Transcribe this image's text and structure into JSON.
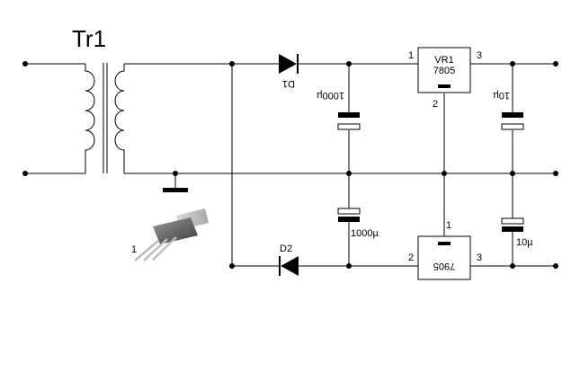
{
  "transformer": {
    "label": "Tr1"
  },
  "diode_top": {
    "label": "D1"
  },
  "diode_bottom": {
    "label": "D2"
  },
  "cap_top_left": {
    "label": "1000µ"
  },
  "cap_bottom_left": {
    "label": "1000µ"
  },
  "cap_top_right": {
    "label": "10µ"
  },
  "cap_bottom_right": {
    "label": "10µ"
  },
  "reg_top": {
    "name": "VR1",
    "part": "7805",
    "pin_in": "1",
    "pin_out": "3",
    "pin_gnd": "2"
  },
  "reg_bottom": {
    "part": "7905",
    "pin_in": "2",
    "pin_out": "3",
    "pin_gnd": "1"
  },
  "package": {
    "pin_label": "1"
  },
  "colors": {
    "wire": "#000000",
    "background": "#ffffff"
  }
}
